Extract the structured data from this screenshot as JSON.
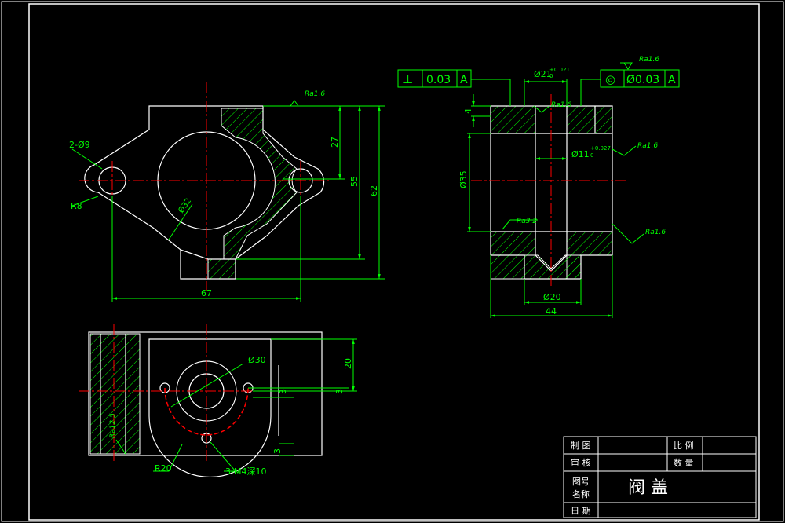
{
  "colors": {
    "background": "#000000",
    "outline": "#ffffff",
    "dimension": "#00ff00",
    "centerline": "#ff0000",
    "hatch": "#00ff00",
    "hole_section": "#ff0000"
  },
  "views": {
    "front": {
      "labels": {
        "holes": "2-Ø9",
        "radius": "R8",
        "bore": "Ø32",
        "roughness": "Ra1.6"
      },
      "dims": {
        "width": "67",
        "depth1": "27",
        "depth2": "55",
        "height": "62"
      }
    },
    "side": {
      "labels": {
        "bore_top": "Ø21",
        "bore_top_tol_upper": "+0.021",
        "bore_top_tol_lower": "0",
        "bore_mid": "Ø11",
        "bore_mid_tol_upper": "+0.027",
        "bore_mid_tol_lower": "0",
        "outer": "Ø35",
        "bottom": "Ø20",
        "width": "44",
        "step": "4",
        "ra_top": "Ra1.6",
        "ra_mid": "Ra1.6",
        "ra_low": "Ra1.6",
        "ra_inner": "Ra3.2",
        "ra_upper": "Ra1.6"
      },
      "fcf_left": {
        "symbol": "⊥",
        "value": "0.03",
        "datum": "A"
      },
      "fcf_right": {
        "symbol": "◎",
        "value": "Ø0.03",
        "datum": "A"
      }
    },
    "top": {
      "labels": {
        "bore": "Ø30",
        "radius": "R20",
        "threads": "3-M4深10",
        "roughness": "Ra12.5",
        "dim_20": "20",
        "dim_3a": "3",
        "dim_3b": "3",
        "dim_3c": "3"
      }
    }
  },
  "title_block": {
    "drawn": "制 图",
    "checked": "审 核",
    "scale": "比 例",
    "quantity": "数 量",
    "drawing_no": "图号",
    "name_label": "名称",
    "date": "日 期",
    "part_name": "阀 盖"
  }
}
